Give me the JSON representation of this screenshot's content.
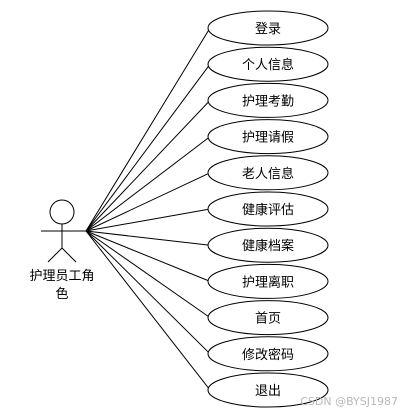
{
  "actor": {
    "name_line1": "护理员工角",
    "name_line2": "色"
  },
  "use_cases": [
    "登录",
    "个人信息",
    "护理考勤",
    "护理请假",
    "老人信息",
    "健康评估",
    "健康档案",
    "护理离职",
    "首页",
    "修改密码",
    "退出"
  ],
  "watermark": "CSDN @BYSJ1987"
}
